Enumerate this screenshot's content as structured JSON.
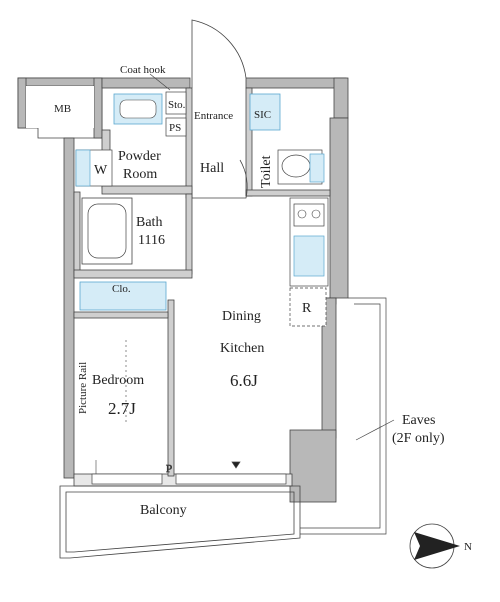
{
  "rooms": {
    "mb": "MB",
    "coat_hook": "Coat hook",
    "storage": "Sto.",
    "entrance": "Entrance",
    "sic": "SIC",
    "ps": "PS",
    "powder_room_1": "Powder",
    "powder_room_2": "Room",
    "washer": "W",
    "hall": "Hall",
    "toilet": "Toilet",
    "bath": "Bath",
    "bath_size": "1116",
    "closet": "Clo.",
    "refrigerator": "R",
    "dining": "Dining",
    "kitchen": "Kitchen",
    "dk_size": "6.6J",
    "bedroom": "Bedroom",
    "bedroom_size": "2.7J",
    "picture_rail": "Picture Rail",
    "balcony": "Balcony",
    "p_marker": "P",
    "eaves_1": "Eaves",
    "eaves_2": "(2F only)",
    "north": "N"
  },
  "colors": {
    "wall": "#b8b8b8",
    "wall_dark": "#7a7a7a",
    "line": "#333333",
    "storage_fill": "#d5ecf7",
    "storage_line": "#5aa7cf"
  }
}
